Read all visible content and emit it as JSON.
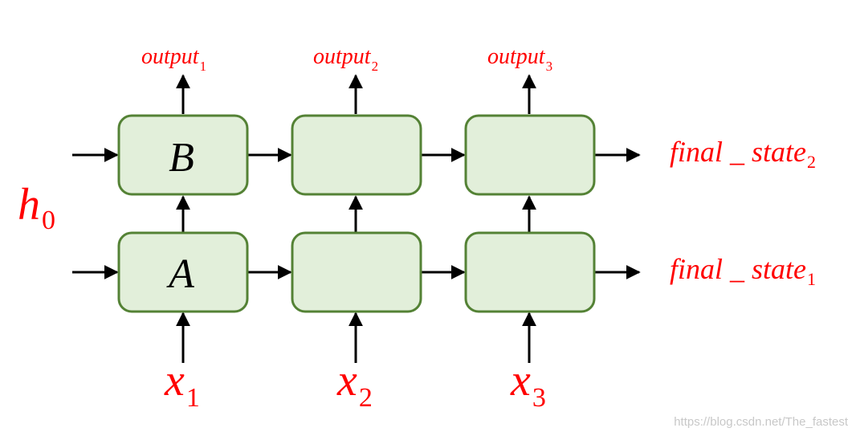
{
  "colors": {
    "label_red": "#ff0000",
    "cell_fill": "#e2efda",
    "cell_stroke": "#548235",
    "arrow": "#000000",
    "watermark": "#c8c8c8"
  },
  "layers": {
    "top_cell_label": "B",
    "bottom_cell_label": "A"
  },
  "initial_state": {
    "base": "h",
    "sub": "0"
  },
  "outputs": [
    {
      "base": "output",
      "sub": "1"
    },
    {
      "base": "output",
      "sub": "2"
    },
    {
      "base": "output",
      "sub": "3"
    }
  ],
  "inputs": [
    {
      "base": "x",
      "sub": "1"
    },
    {
      "base": "x",
      "sub": "2"
    },
    {
      "base": "x",
      "sub": "3"
    }
  ],
  "final_states": {
    "top": {
      "base": "final _ state",
      "sub": "2"
    },
    "bottom": {
      "base": "final _ state",
      "sub": "1"
    }
  },
  "watermark": "https://blog.csdn.net/The_fastest"
}
